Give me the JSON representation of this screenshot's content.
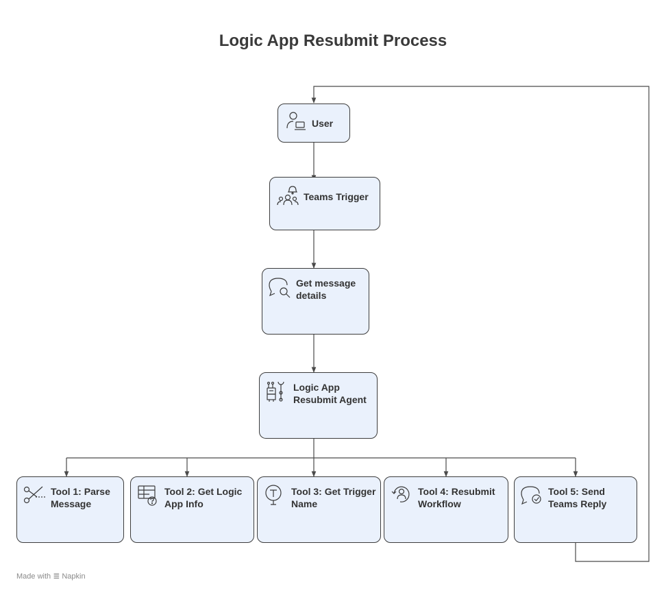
{
  "title": "Logic App Resubmit Process",
  "nodes": {
    "user": {
      "label": "User",
      "icon": "user-laptop-icon"
    },
    "teams_trigger": {
      "label": "Teams Trigger",
      "icon": "team-notification-icon"
    },
    "get_message": {
      "label": "Get message details",
      "icon": "chat-search-icon"
    },
    "agent": {
      "label": "Logic App Resubmit Agent",
      "icon": "robot-tools-icon"
    },
    "tool1": {
      "label": "Tool 1: Parse Message",
      "icon": "scissors-cut-icon"
    },
    "tool2": {
      "label": "Tool 2: Get Logic App Info",
      "icon": "table-question-icon"
    },
    "tool3": {
      "label": "Tool 3: Get Trigger Name",
      "icon": "text-search-icon"
    },
    "tool4": {
      "label": "Tool 4: Resubmit Workflow",
      "icon": "person-refresh-icon"
    },
    "tool5": {
      "label": "Tool 5: Send Teams Reply",
      "icon": "chat-check-icon"
    }
  },
  "footer": {
    "prefix": "Made with",
    "brand": "Napkin"
  },
  "colors": {
    "node_fill": "#eaf1fc",
    "node_border": "#3c3c3c",
    "line": "#4a4a4a"
  }
}
